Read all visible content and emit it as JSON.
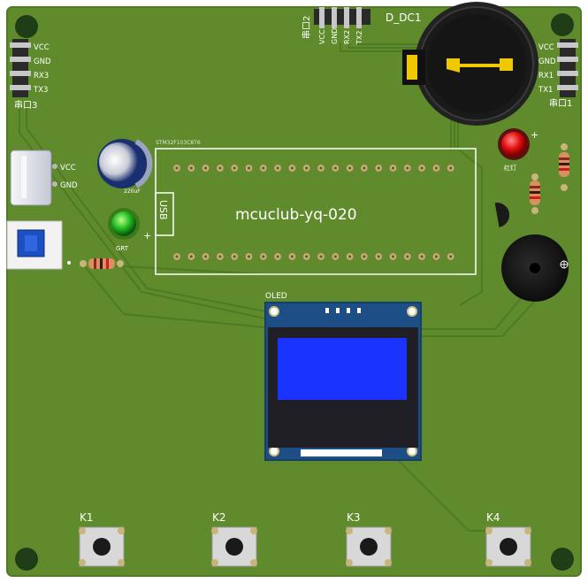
{
  "board": {
    "title": "mcuclub-yq-020",
    "module_small_text": "STM32F103C8T6",
    "usb_label": "USB"
  },
  "headers": {
    "left": {
      "name": "串口3",
      "pins": [
        "VCC",
        "GND",
        "RX3",
        "TX3"
      ]
    },
    "top": {
      "name": "串口2",
      "pins": [
        "VCC",
        "GND",
        "RX2",
        "TX2"
      ]
    },
    "right": {
      "name": "串口1",
      "pins": [
        "VCC",
        "GND",
        "RX1",
        "TX1"
      ]
    }
  },
  "battery": {
    "label": "D_DC1"
  },
  "usb_c": {
    "pins": [
      "VCC",
      "GND"
    ]
  },
  "capacitor": {
    "label": "220uF"
  },
  "leds": {
    "green": {
      "label": "GRT",
      "plus": "+"
    },
    "red": {
      "label": "红灯",
      "plus": "+"
    }
  },
  "oled": {
    "label": "OLED"
  },
  "buttons": [
    {
      "label": "K1"
    },
    {
      "label": "K2"
    },
    {
      "label": "K3"
    },
    {
      "label": "K4"
    }
  ],
  "colors": {
    "pcb": "#5f8b2d",
    "pcb_edge": "#4e7a24",
    "silk": "#ffffff",
    "trace": "#4f7a24",
    "oled_frame": "#1d4f86",
    "oled_screen": "#1a33ff"
  }
}
